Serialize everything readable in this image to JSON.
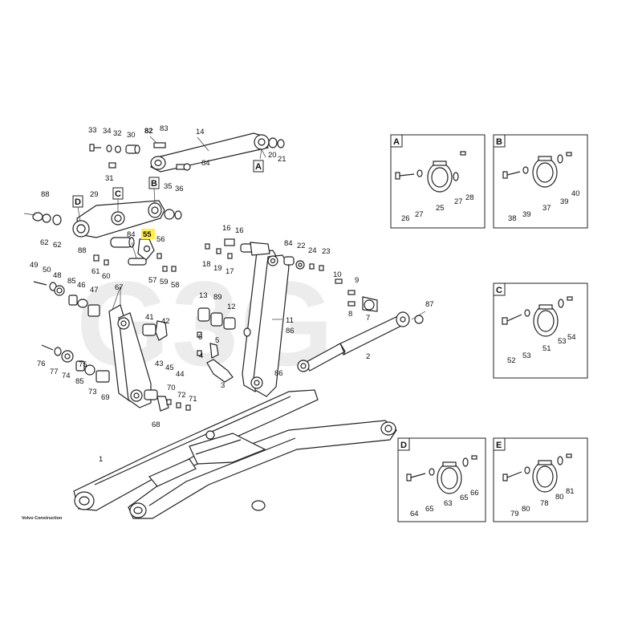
{
  "watermark": "G3G",
  "maker_note": "Volvo Construction",
  "highlight_part": "55",
  "view_labels": {
    "A": "A",
    "B": "B",
    "C": "C",
    "D": "D",
    "E": "E"
  },
  "callouts": {
    "n1": "1",
    "n2": "2",
    "n3": "3",
    "n4": "4",
    "n5": "5",
    "n6": "6",
    "n7": "7",
    "n8": "8",
    "n9": "9",
    "n10": "10",
    "n11": "11",
    "n12": "12",
    "n13": "13",
    "n14": "14",
    "n16": "16",
    "n17": "17",
    "n18": "18",
    "n19": "19",
    "n20": "20",
    "n21": "21",
    "n22": "22",
    "n23": "23",
    "n24": "24",
    "n25": "25",
    "n26": "26",
    "n27a": "27",
    "n27b": "27",
    "n28": "28",
    "n29": "29",
    "n30": "30",
    "n31": "31",
    "n32": "32",
    "n33": "33",
    "n34": "34",
    "n35": "35",
    "n36": "36",
    "n37": "37",
    "n38": "38",
    "n39a": "39",
    "n39b": "39",
    "n40": "40",
    "n41": "41",
    "n42": "42",
    "n43": "43",
    "n44": "44",
    "n45": "45",
    "n46": "46",
    "n47": "47",
    "n48": "48",
    "n49": "49",
    "n50": "50",
    "n51": "51",
    "n52": "52",
    "n53a": "53",
    "n53b": "53",
    "n54": "54",
    "n55": "55",
    "n56": "56",
    "n57": "57",
    "n58": "58",
    "n59": "59",
    "n60": "60",
    "n61": "61",
    "n62a": "62",
    "n62b": "62",
    "n63": "63",
    "n64": "64",
    "n65a": "65",
    "n65b": "65",
    "n66": "66",
    "n67": "67",
    "n68": "68",
    "n69": "69",
    "n70": "70",
    "n71": "71",
    "n72": "72",
    "n73": "73",
    "n74": "74",
    "n75": "75",
    "n76": "76",
    "n77": "77",
    "n78": "78",
    "n79": "79",
    "n80a": "80",
    "n80b": "80",
    "n81": "81",
    "n82": "82",
    "n83": "83",
    "n84a": "84",
    "n84b": "84",
    "n84c": "84",
    "n85a": "85",
    "n85b": "85",
    "n86a": "86",
    "n86b": "86",
    "n87": "87",
    "n88a": "88",
    "n88b": "88",
    "n89": "89"
  }
}
